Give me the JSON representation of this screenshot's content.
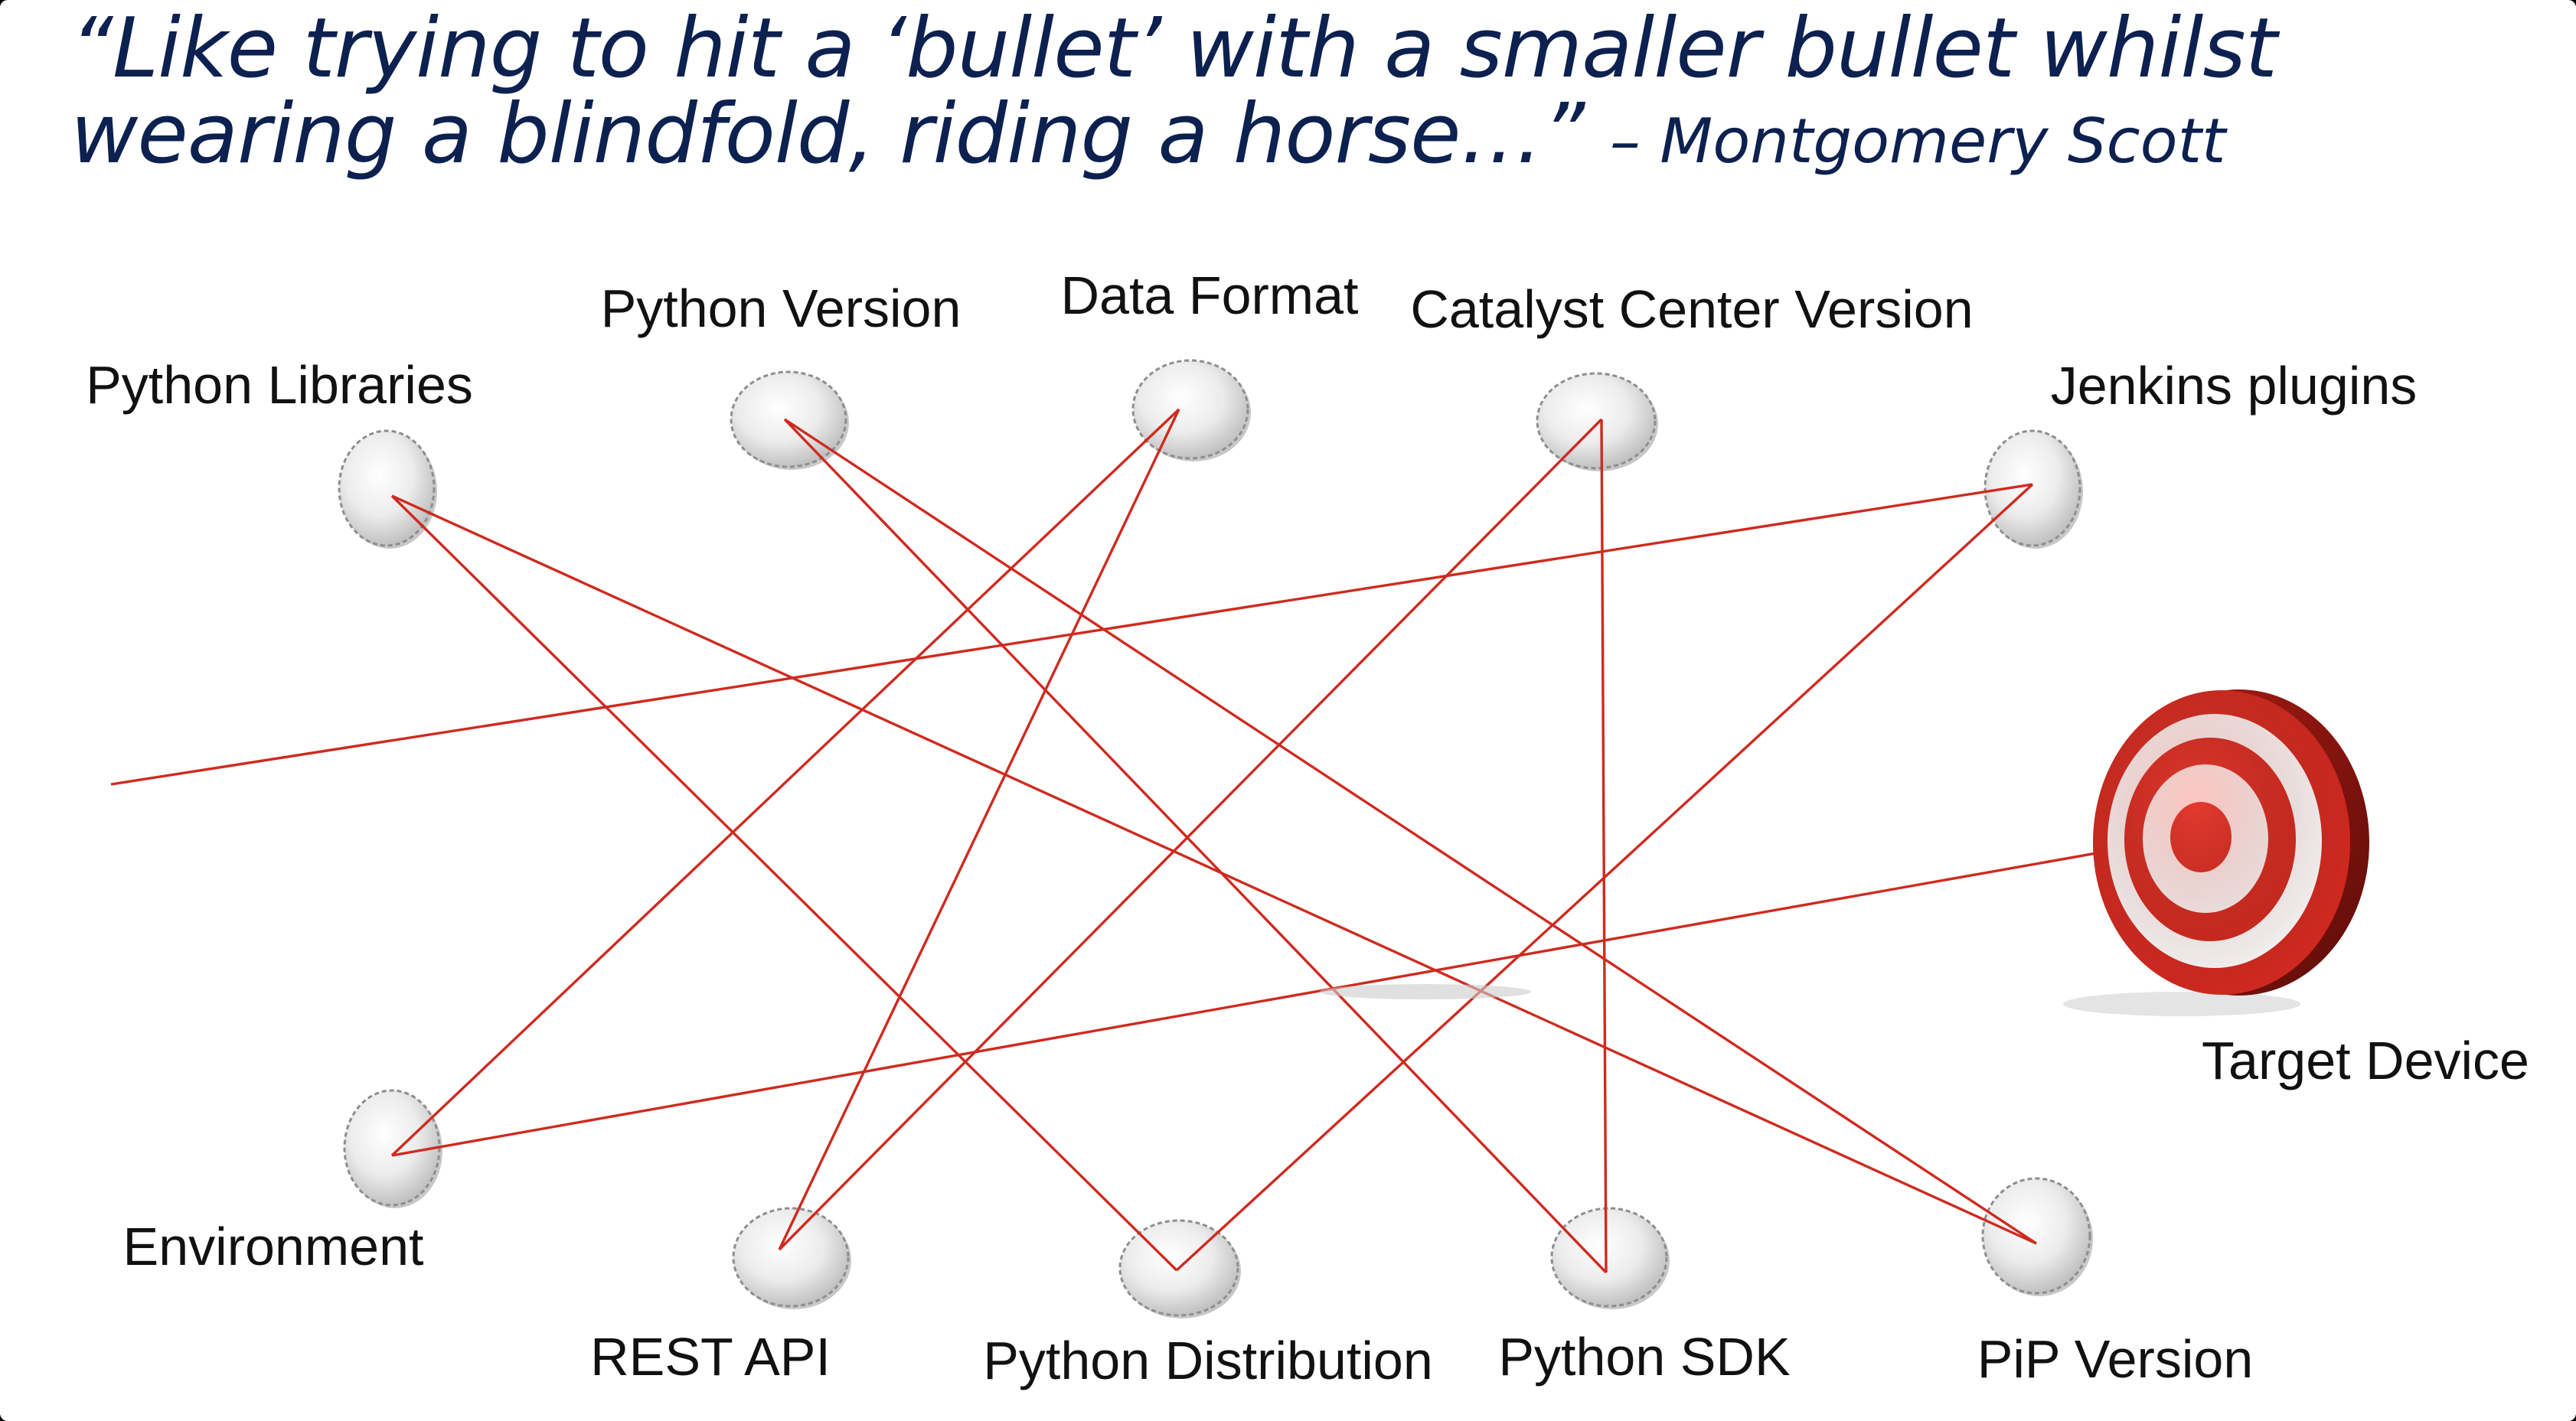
{
  "quote": {
    "text": "“Like trying to hit a ‘bullet’ with a smaller bullet whilst wearing a blindfold, riding a horse…”",
    "author": "– Montgomery Scott"
  },
  "nodes": [
    {
      "id": "python-libraries",
      "label": "Python Libraries"
    },
    {
      "id": "python-version",
      "label": "Python Version"
    },
    {
      "id": "data-format",
      "label": "Data Format"
    },
    {
      "id": "catalyst-center-version",
      "label": "Catalyst Center Version"
    },
    {
      "id": "jenkins-plugins",
      "label": "Jenkins plugins"
    },
    {
      "id": "environment",
      "label": "Environment"
    },
    {
      "id": "rest-api",
      "label": "REST API"
    },
    {
      "id": "python-distribution",
      "label": "Python Distribution"
    },
    {
      "id": "python-sdk",
      "label": "Python SDK"
    },
    {
      "id": "pip-version",
      "label": "PiP Version"
    },
    {
      "id": "target-device",
      "label": "Target Device"
    }
  ],
  "edges": [
    {
      "from": "python-libraries",
      "to": "python-distribution"
    },
    {
      "from": "python-libraries",
      "to": "pip-version"
    },
    {
      "from": "python-version",
      "to": "python-sdk"
    },
    {
      "from": "python-version",
      "to": "pip-version"
    },
    {
      "from": "data-format",
      "to": "environment"
    },
    {
      "from": "data-format",
      "to": "rest-api"
    },
    {
      "from": "catalyst-center-version",
      "to": "rest-api"
    },
    {
      "from": "catalyst-center-version",
      "to": "python-sdk"
    },
    {
      "from": "jenkins-plugins",
      "to": "python-distribution"
    },
    {
      "from": "jenkins-plugins",
      "to": "start"
    },
    {
      "from": "environment",
      "to": "target-device"
    }
  ],
  "colors": {
    "quote_text": "#0d2150",
    "edge_line": "#cf2a1f",
    "target_red": "#d42a20",
    "node_disc": "#e6e6e6"
  }
}
